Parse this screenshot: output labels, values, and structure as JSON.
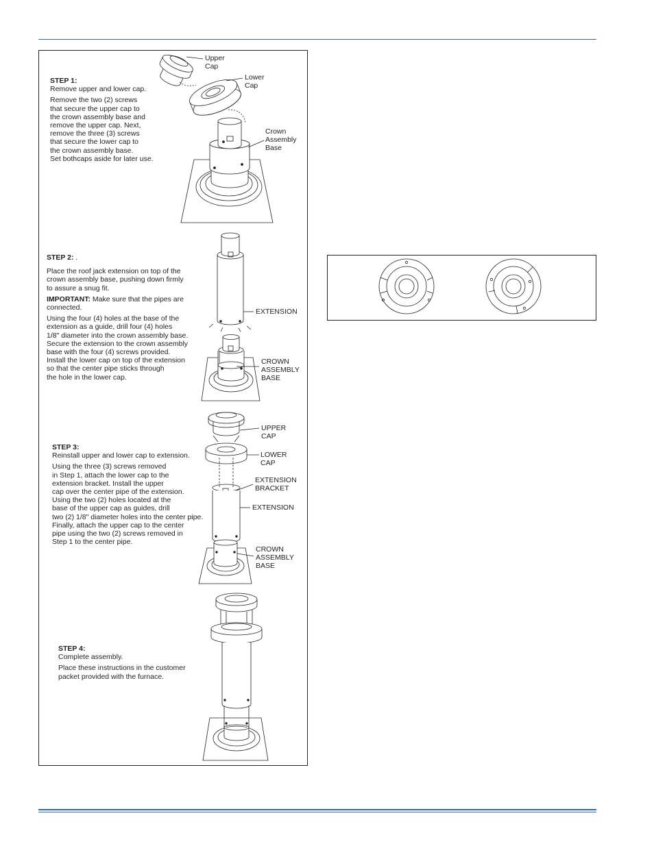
{
  "steps": {
    "s1": {
      "heading": "STEP 1:",
      "summary": "Remove upper and lower cap.",
      "body_lines": [
        "Remove the two (2) screws",
        "that secure the upper cap to",
        "the crown assembly base and",
        "remove the upper cap. Next,",
        "remove the three (3) screws",
        "that secure the lower cap to",
        "the crown assembly base.",
        "Set bothcaps aside for later use."
      ]
    },
    "s2": {
      "heading": "STEP 2:",
      "heading_suffix": " .",
      "intro_lines": [
        "Place the roof jack extension on top of the",
        "crown assembly base, pushing down firmly",
        "to assure a snug fit."
      ],
      "important_label": "IMPORTANT:",
      "important_rest": " Make sure that the pipes are",
      "important_line2": "connected.",
      "body_lines": [
        "Using the four (4) holes at the base of the",
        "extension as a guide, drill four (4) holes",
        "1/8\" diameter into the crown assembly base.",
        "Secure the extension to the crown assembly",
        "base with the four (4) screws provided.",
        "Install the lower cap on top of the extension",
        "so that the center pipe sticks through",
        "the hole in the lower cap."
      ]
    },
    "s3": {
      "heading": "STEP 3:",
      "summary": "Reinstall upper and lower cap to extension.",
      "body_lines": [
        "Using the three (3) screws removed",
        "in Step 1, attach the lower cap to the",
        "extension bracket. Install the upper",
        "cap over the center pipe of the extension.",
        "Using the two (2) holes located at the",
        "base of the upper cap as guides, drill",
        "two (2) 1/8\" diameter holes into the center pipe.",
        "Finally, attach the upper cap to the center",
        "pipe using the two (2) screws removed in",
        "Step 1 to the center pipe."
      ]
    },
    "s4": {
      "heading": "STEP 4:",
      "summary": "Complete assembly.",
      "body_lines": [
        "Place these instructions in the customer",
        "packet provided with the furnace."
      ]
    }
  },
  "labels": {
    "upper_cap_1": "Upper\nCap",
    "lower_cap_1": "Lower\nCap",
    "crown_base_1": "Crown\nAssembly\nBase",
    "extension_2": "EXTENSION",
    "crown_base_2": "CROWN\nASSEMBLY\nBASE",
    "upper_cap_3": "UPPER\nCAP",
    "lower_cap_3": "LOWER\nCAP",
    "ext_bracket_3": "EXTENSION\nBRACKET",
    "extension_3": "EXTENSION",
    "crown_base_3": "CROWN\nASSEMBLY\nBASE"
  },
  "colors": {
    "rule": "#2b63c6",
    "ink": "#222222"
  }
}
